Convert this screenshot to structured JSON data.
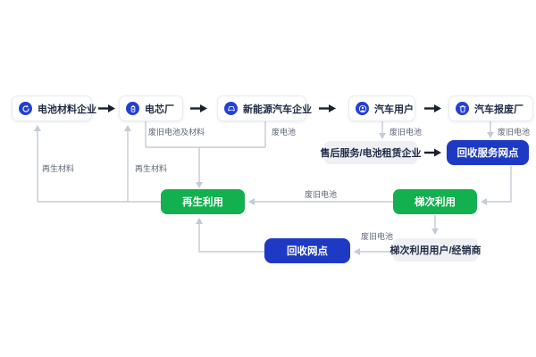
{
  "colors": {
    "accent_blue": "#1E3AC4",
    "icon_circle_blue": "#2340D0",
    "accent_green": "#12B04E",
    "gray_box_bg": "#EEF0F4",
    "connector_gray": "#C5CBD6",
    "arrow_dark": "#1C2130"
  },
  "top_row": {
    "nodes": [
      {
        "label": "电池材料企业",
        "icon": "recycle-icon"
      },
      {
        "label": "电芯厂",
        "icon": "battery-icon"
      },
      {
        "label": "新能源汽车企业",
        "icon": "car-icon"
      },
      {
        "label": "汽车用户",
        "icon": "user-icon"
      },
      {
        "label": "汽车报废厂",
        "icon": "trash-icon"
      }
    ]
  },
  "boxes": {
    "after_sales": "售后服务/电池租赁企业",
    "recycling_service_outlet": "回收服务网点",
    "regeneration": "再生利用",
    "cascade_use": "梯次利用",
    "recycling_outlet": "回收网点",
    "cascade_users_dealers": "梯次利用用户/经销商"
  },
  "edge_labels": {
    "waste_batteries_and_materials": "废旧电池及材料",
    "waste_battery": "废电池",
    "used_batteries": "废旧电池",
    "recycled_materials": "再生材料"
  }
}
